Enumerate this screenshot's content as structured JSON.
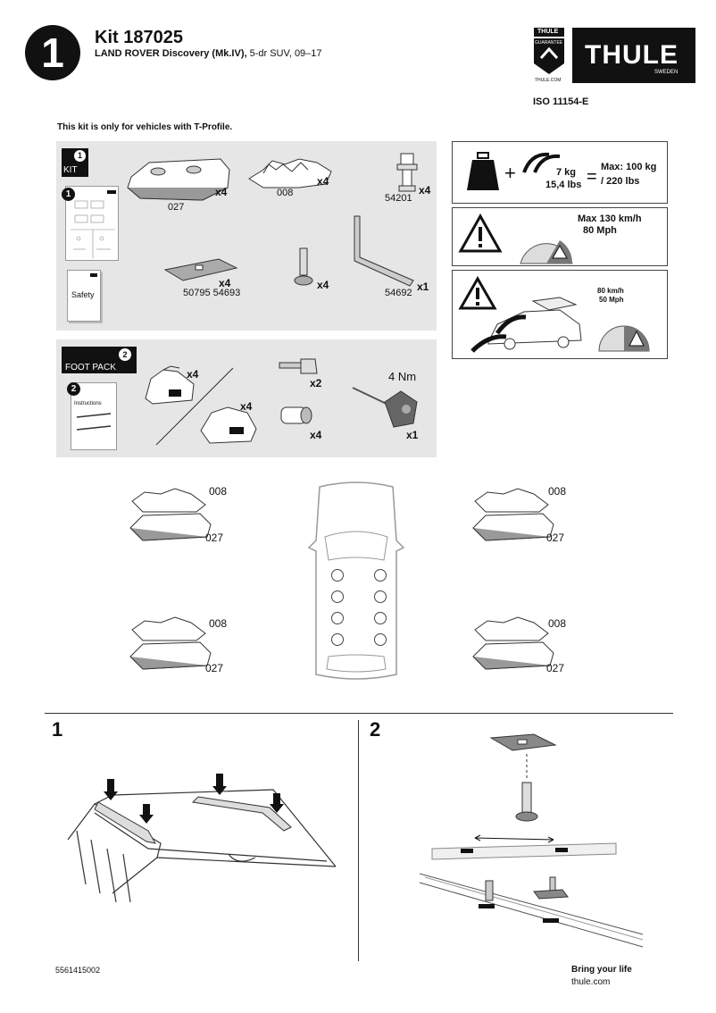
{
  "header": {
    "step_number": "1",
    "kit_title": "Kit 187025",
    "vehicle_bold": "LAND ROVER Discovery (Mk.IV),",
    "vehicle_rest": " 5-dr SUV, 09–17",
    "iso": "ISO 11154-E",
    "brand": "THULE",
    "brand_sub": "SWEDEN",
    "guarantee_top": "THULE",
    "guarantee_mid": "GUARANTEE",
    "guarantee_url": "THULE.COM"
  },
  "notice": "This kit is only for vehicles with T-Profile.",
  "kit_panel": {
    "badge": "KIT",
    "badge_num": "1",
    "booklet_num": "1",
    "safety": "Safety",
    "parts": [
      {
        "code": "027",
        "qty": "x4"
      },
      {
        "code": "008",
        "qty": "x4"
      },
      {
        "code": "54201",
        "qty": "x4"
      },
      {
        "code": "50795 54693",
        "qty": "x4"
      },
      {
        "code": "",
        "qty": "x4"
      },
      {
        "code": "54692",
        "qty": "x1"
      }
    ]
  },
  "foot_panel": {
    "badge": "FOOT PACK",
    "badge_num": "2",
    "booklet_num": "2",
    "booklet_text": "Instructions",
    "qty_foot1": "x4",
    "qty_foot2": "x4",
    "qty_key": "x2",
    "qty_lock": "x4",
    "torque": "4 Nm",
    "qty_tool": "x1"
  },
  "load_box": {
    "weight": "7 kg",
    "weight_lbs": "15,4 lbs",
    "max_label": "Max: 100 kg",
    "max_lbs": "/ 220 lbs",
    "plus": "+",
    "equals": "="
  },
  "speed_box": {
    "line1": "Max  130 km/h",
    "line2": "80 Mph"
  },
  "wind_box": {
    "line1": "80 km/h",
    "line2": "50 Mph"
  },
  "positions": {
    "top_code": "008",
    "bottom_code": "027"
  },
  "steps": {
    "one": "1",
    "two": "2"
  },
  "footer": {
    "doc_id": "5561415002",
    "tagline": "Bring your life",
    "url": "thule.com"
  }
}
